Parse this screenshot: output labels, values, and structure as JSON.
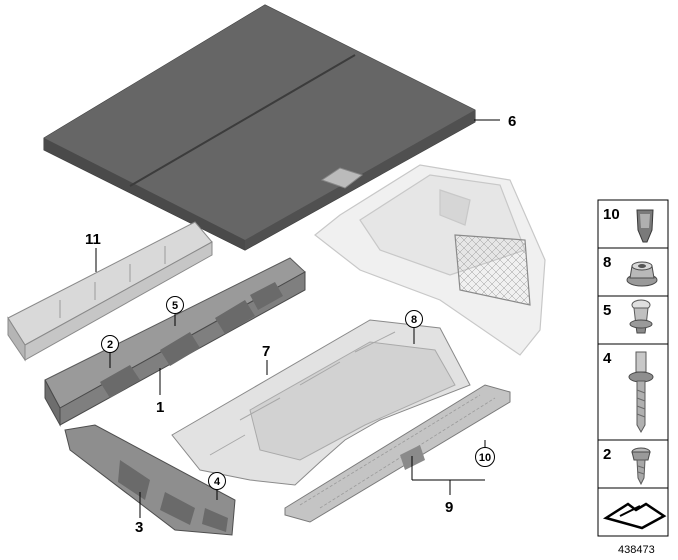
{
  "callouts": {
    "c1": "1",
    "c2": "2",
    "c3": "3",
    "c4": "4",
    "c5": "5",
    "c6": "6",
    "c7": "7",
    "c8": "8",
    "c9": "9",
    "c10": "10",
    "c11": "11"
  },
  "side_panel": {
    "items": [
      {
        "number": "10",
        "icon": "clip-icon"
      },
      {
        "number": "8",
        "icon": "flange-nut-icon"
      },
      {
        "number": "5",
        "icon": "expansion-nut-icon"
      },
      {
        "number": "4",
        "icon": "stud-bolt-icon"
      },
      {
        "number": "2",
        "icon": "torx-screw-icon"
      },
      {
        "number": "",
        "icon": "mat-symbol-icon"
      }
    ]
  },
  "diagram_number": "438473"
}
